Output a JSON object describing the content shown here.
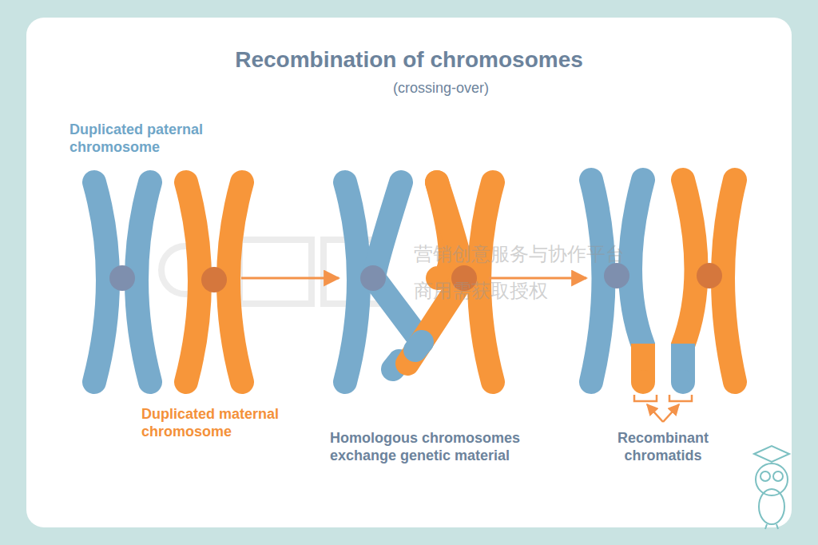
{
  "diagram": {
    "title": "Recombination of chromosomes",
    "labels": [
      "(crossing-over)",
      "Duplicated paternal chromosome",
      "Duplicated maternal chromosome",
      "Homologous chromosomes exchange genetic material",
      "Recombinant chromatids",
      "营销创意服务与协作平台",
      "商用需获取授权"
    ]
  }
}
